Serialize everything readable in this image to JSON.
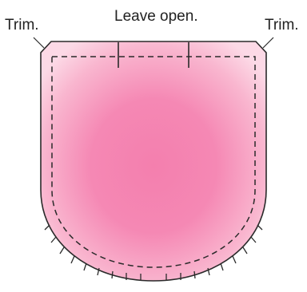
{
  "labels": {
    "trim_left": "Trim.",
    "leave_open": "Leave open.",
    "trim_right": "Trim."
  },
  "colors": {
    "fill_center": "#f47fae",
    "fill_edge": "#fbd3e3",
    "outline": "#2a2a2a",
    "stitch": "#2a2a2a",
    "text": "#222222",
    "background": "#ffffff"
  },
  "diagram": {
    "shape": "pocket",
    "seam_line": "dashed",
    "opening_markers": 2,
    "corner_trims": 2,
    "curve_clips": true
  }
}
